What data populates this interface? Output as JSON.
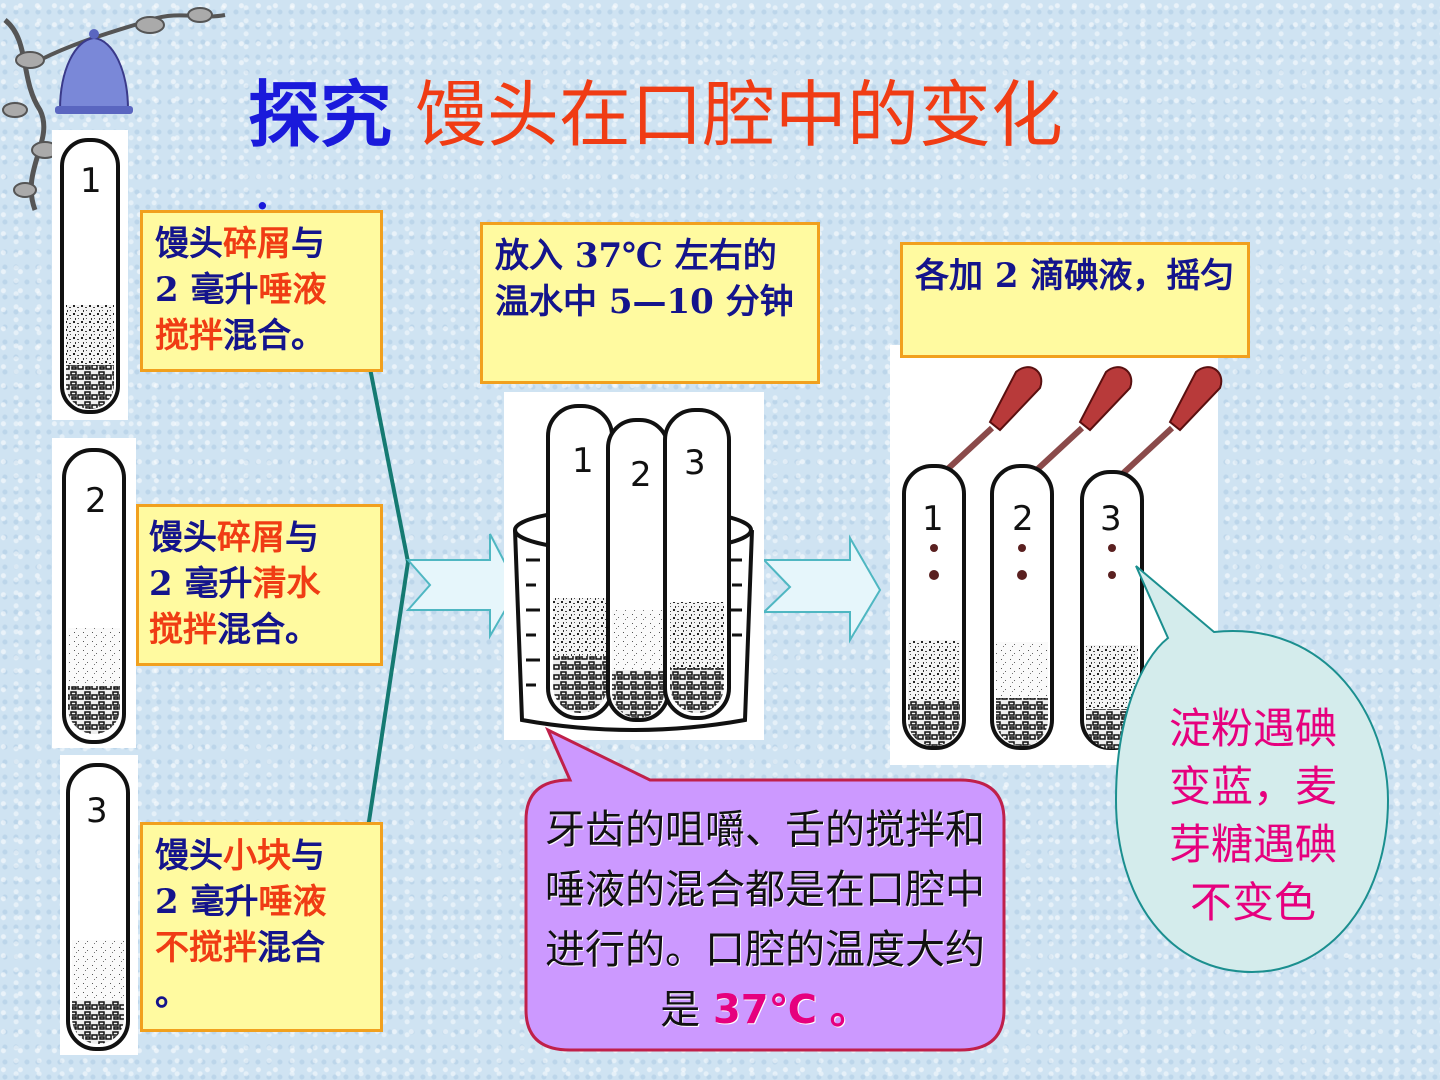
{
  "title": {
    "prefix": "探究",
    "main": "馒头在口腔中的变化",
    "colon": ":"
  },
  "tubes_left": [
    "1",
    "2",
    "3"
  ],
  "beaker_tubes": [
    "1",
    "2",
    "3"
  ],
  "iodine_tubes": [
    "1",
    "2",
    "3"
  ],
  "box1": {
    "p1": "馒头",
    "h1": "碎屑",
    "p2": "与",
    "p3": "2 毫升",
    "h2": "唾液",
    "h3": "搅拌",
    "p4": "混合。"
  },
  "box2": {
    "p1": "馒头",
    "h1": "碎屑",
    "p2": "与",
    "p3": "2 毫升",
    "h2": "清水",
    "h3": "搅拌",
    "p4": "混合。"
  },
  "box3": {
    "p1": "馒头",
    "h1": "小块",
    "p2": "与",
    "p3": "2 毫升",
    "h2": "唾液",
    "h3": "不搅拌",
    "p4": "混合",
    "p5": "。"
  },
  "step2": {
    "text": "放入 37℃ 左右的温水中 5—10 分钟"
  },
  "step3": {
    "text": "各加 2 滴碘液，摇匀"
  },
  "bubble_mouth": {
    "text": "牙齿的咀嚼、舌的搅拌和唾液的混合都是在口腔中进行的。口腔的温度大约是",
    "temp": "37℃",
    "end": "。"
  },
  "bubble_result": {
    "line1": "淀粉遇碘",
    "line2": "变蓝，麦",
    "line3": "芽糖遇碘",
    "line4": "不变色"
  },
  "colors": {
    "title_blue": "#1a1adb",
    "title_red": "#f03c14",
    "box_fill": "#fffaa0",
    "box_border": "#f1a01e",
    "purple_bubble": "#cc99ff",
    "teal_bubble": "#d4ecec",
    "magenta": "#e6007e"
  }
}
